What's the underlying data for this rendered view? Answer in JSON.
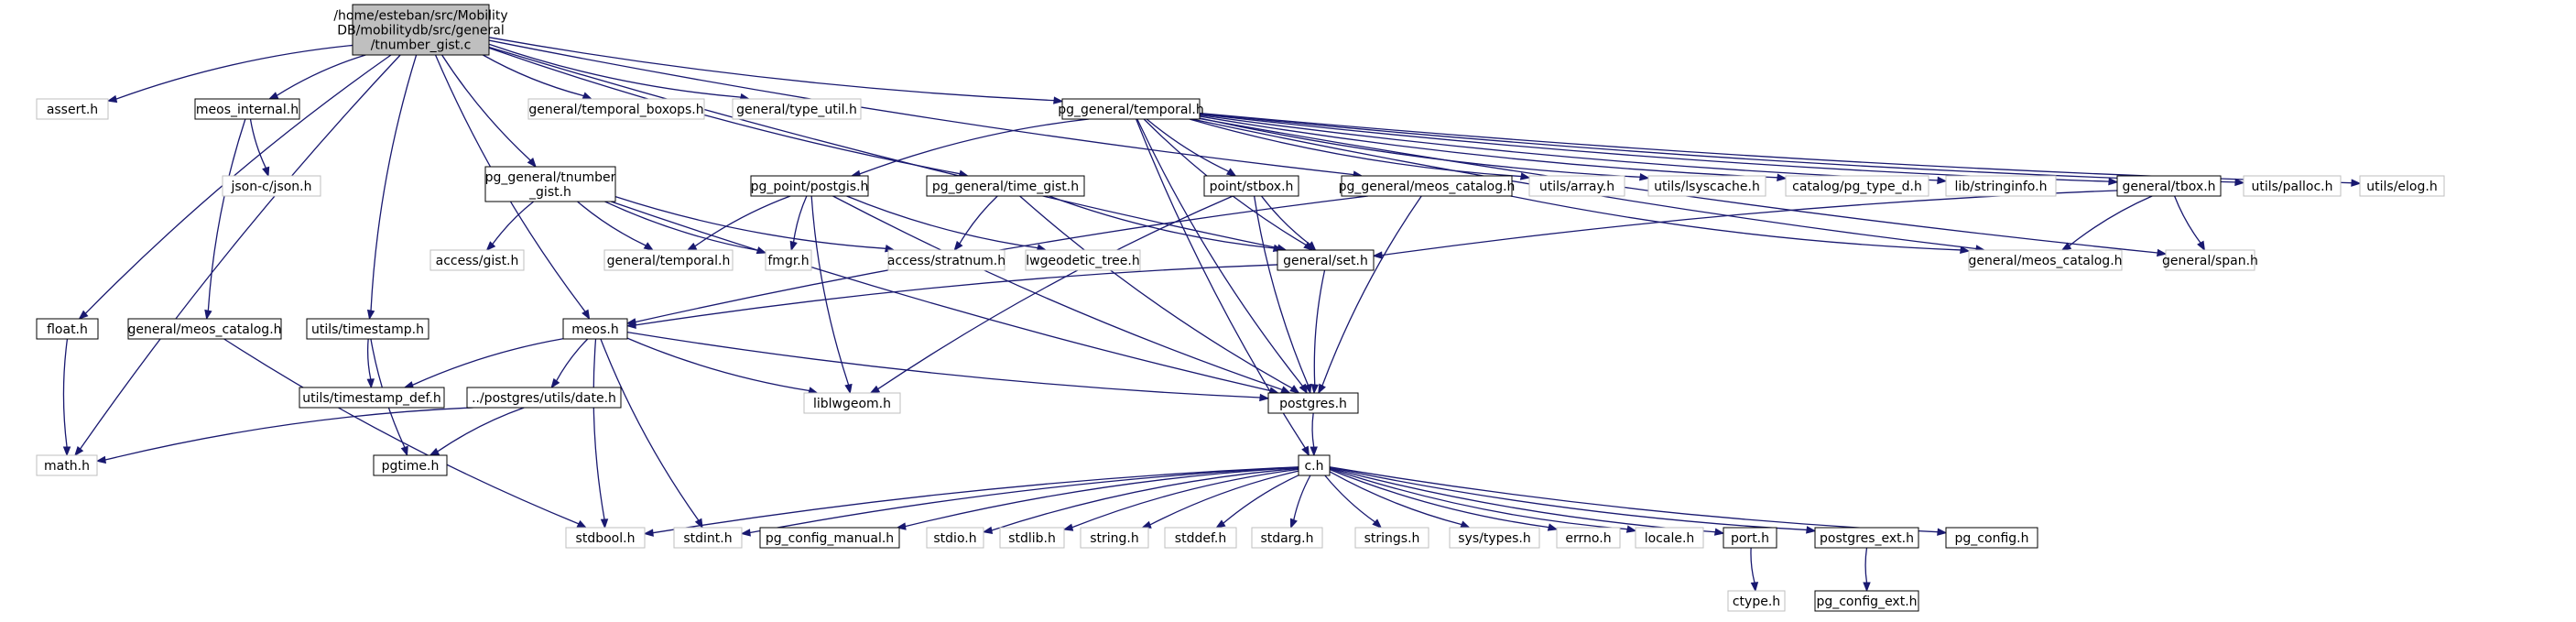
{
  "diagram": {
    "colors": {
      "edge": "#191970",
      "focus_fill": "#bfbfbf",
      "focus_border": "#000000",
      "documented_border": "#000000",
      "external_border": "#bfbfbf",
      "node_fill": "#ffffff"
    },
    "nodes": [
      {
        "id": "root",
        "label": [
          "/home/esteban/src/Mobility",
          "DB/mobilitydb/src/general",
          "/tnumber_gist.c"
        ],
        "kind": "focus"
      },
      {
        "id": "assert",
        "label": [
          "assert.h"
        ],
        "kind": "external"
      },
      {
        "id": "meos_internal",
        "label": [
          "meos_internal.h"
        ],
        "kind": "documented"
      },
      {
        "id": "temporal_boxops",
        "label": [
          "general/temporal_boxops.h"
        ],
        "kind": "external"
      },
      {
        "id": "type_util",
        "label": [
          "general/type_util.h"
        ],
        "kind": "external"
      },
      {
        "id": "pg_temporal",
        "label": [
          "pg_general/temporal.h"
        ],
        "kind": "documented"
      },
      {
        "id": "json",
        "label": [
          "json-c/json.h"
        ],
        "kind": "external"
      },
      {
        "id": "pg_tnumber_gist",
        "label": [
          "pg_general/tnumber",
          "_gist.h"
        ],
        "kind": "documented"
      },
      {
        "id": "pg_point_postgis",
        "label": [
          "pg_point/postgis.h"
        ],
        "kind": "documented"
      },
      {
        "id": "pg_time_gist",
        "label": [
          "pg_general/time_gist.h"
        ],
        "kind": "documented"
      },
      {
        "id": "point_stbox",
        "label": [
          "point/stbox.h"
        ],
        "kind": "documented"
      },
      {
        "id": "pg_meos_catalog",
        "label": [
          "pg_general/meos_catalog.h"
        ],
        "kind": "documented"
      },
      {
        "id": "utils_array",
        "label": [
          "utils/array.h"
        ],
        "kind": "external"
      },
      {
        "id": "utils_lsyscache",
        "label": [
          "utils/lsyscache.h"
        ],
        "kind": "external"
      },
      {
        "id": "catalog_pg_type_d",
        "label": [
          "catalog/pg_type_d.h"
        ],
        "kind": "external"
      },
      {
        "id": "lib_stringinfo",
        "label": [
          "lib/stringinfo.h"
        ],
        "kind": "external"
      },
      {
        "id": "general_tbox",
        "label": [
          "general/tbox.h"
        ],
        "kind": "documented"
      },
      {
        "id": "utils_palloc",
        "label": [
          "utils/palloc.h"
        ],
        "kind": "external"
      },
      {
        "id": "utils_elog",
        "label": [
          "utils/elog.h"
        ],
        "kind": "external"
      },
      {
        "id": "access_gist",
        "label": [
          "access/gist.h"
        ],
        "kind": "external"
      },
      {
        "id": "general_temporal",
        "label": [
          "general/temporal.h"
        ],
        "kind": "external"
      },
      {
        "id": "fmgr",
        "label": [
          "fmgr.h"
        ],
        "kind": "external"
      },
      {
        "id": "access_stratnum",
        "label": [
          "access/stratnum.h"
        ],
        "kind": "external"
      },
      {
        "id": "lwgeodetic_tree",
        "label": [
          "lwgeodetic_tree.h"
        ],
        "kind": "external"
      },
      {
        "id": "general_set",
        "label": [
          "general/set.h"
        ],
        "kind": "documented"
      },
      {
        "id": "general_meos_catalog2",
        "label": [
          "general/meos_catalog.h"
        ],
        "kind": "external"
      },
      {
        "id": "general_span",
        "label": [
          "general/span.h"
        ],
        "kind": "external"
      },
      {
        "id": "float",
        "label": [
          "float.h"
        ],
        "kind": "documented"
      },
      {
        "id": "general_meos_catalog",
        "label": [
          "general/meos_catalog.h"
        ],
        "kind": "documented"
      },
      {
        "id": "utils_timestamp",
        "label": [
          "utils/timestamp.h"
        ],
        "kind": "documented"
      },
      {
        "id": "meos",
        "label": [
          "meos.h"
        ],
        "kind": "documented"
      },
      {
        "id": "utils_timestamp_def",
        "label": [
          "utils/timestamp_def.h"
        ],
        "kind": "documented"
      },
      {
        "id": "postgres_utils_date",
        "label": [
          "../postgres/utils/date.h"
        ],
        "kind": "documented"
      },
      {
        "id": "liblwgeom",
        "label": [
          "liblwgeom.h"
        ],
        "kind": "external"
      },
      {
        "id": "postgres",
        "label": [
          "postgres.h"
        ],
        "kind": "documented"
      },
      {
        "id": "math",
        "label": [
          "math.h"
        ],
        "kind": "external"
      },
      {
        "id": "pgtime",
        "label": [
          "pgtime.h"
        ],
        "kind": "documented"
      },
      {
        "id": "c",
        "label": [
          "c.h"
        ],
        "kind": "documented"
      },
      {
        "id": "stdbool",
        "label": [
          "stdbool.h"
        ],
        "kind": "external"
      },
      {
        "id": "stdint",
        "label": [
          "stdint.h"
        ],
        "kind": "external"
      },
      {
        "id": "pg_config_manual",
        "label": [
          "pg_config_manual.h"
        ],
        "kind": "documented"
      },
      {
        "id": "stdio",
        "label": [
          "stdio.h"
        ],
        "kind": "external"
      },
      {
        "id": "stdlib",
        "label": [
          "stdlib.h"
        ],
        "kind": "external"
      },
      {
        "id": "string",
        "label": [
          "string.h"
        ],
        "kind": "external"
      },
      {
        "id": "stddef",
        "label": [
          "stddef.h"
        ],
        "kind": "external"
      },
      {
        "id": "stdarg",
        "label": [
          "stdarg.h"
        ],
        "kind": "external"
      },
      {
        "id": "strings",
        "label": [
          "strings.h"
        ],
        "kind": "external"
      },
      {
        "id": "sys_types",
        "label": [
          "sys/types.h"
        ],
        "kind": "external"
      },
      {
        "id": "errno",
        "label": [
          "errno.h"
        ],
        "kind": "external"
      },
      {
        "id": "locale",
        "label": [
          "locale.h"
        ],
        "kind": "external"
      },
      {
        "id": "port",
        "label": [
          "port.h"
        ],
        "kind": "documented"
      },
      {
        "id": "postgres_ext",
        "label": [
          "postgres_ext.h"
        ],
        "kind": "documented"
      },
      {
        "id": "pg_config",
        "label": [
          "pg_config.h"
        ],
        "kind": "documented"
      },
      {
        "id": "ctype",
        "label": [
          "ctype.h"
        ],
        "kind": "external"
      },
      {
        "id": "pg_config_ext",
        "label": [
          "pg_config_ext.h"
        ],
        "kind": "documented"
      }
    ],
    "edges": [
      [
        "root",
        "assert"
      ],
      [
        "root",
        "meos_internal"
      ],
      [
        "root",
        "temporal_boxops"
      ],
      [
        "root",
        "type_util"
      ],
      [
        "root",
        "pg_temporal"
      ],
      [
        "root",
        "pg_tnumber_gist"
      ],
      [
        "root",
        "pg_time_gist"
      ],
      [
        "root",
        "pg_meos_catalog"
      ],
      [
        "root",
        "general_set"
      ],
      [
        "root",
        "float"
      ],
      [
        "root",
        "utils_timestamp"
      ],
      [
        "root",
        "meos"
      ],
      [
        "root",
        "math"
      ],
      [
        "meos_internal",
        "json"
      ],
      [
        "meos_internal",
        "general_meos_catalog"
      ],
      [
        "pg_temporal",
        "pg_point_postgis"
      ],
      [
        "pg_temporal",
        "point_stbox"
      ],
      [
        "pg_temporal",
        "utils_array"
      ],
      [
        "pg_temporal",
        "utils_lsyscache"
      ],
      [
        "pg_temporal",
        "catalog_pg_type_d"
      ],
      [
        "pg_temporal",
        "lib_stringinfo"
      ],
      [
        "pg_temporal",
        "general_tbox"
      ],
      [
        "pg_temporal",
        "utils_palloc"
      ],
      [
        "pg_temporal",
        "utils_elog"
      ],
      [
        "pg_temporal",
        "general_set"
      ],
      [
        "pg_temporal",
        "general_meos_catalog2"
      ],
      [
        "pg_temporal",
        "general_span"
      ],
      [
        "pg_temporal",
        "postgres"
      ],
      [
        "pg_temporal",
        "c"
      ],
      [
        "pg_tnumber_gist",
        "access_gist"
      ],
      [
        "pg_tnumber_gist",
        "general_temporal"
      ],
      [
        "pg_tnumber_gist",
        "fmgr"
      ],
      [
        "pg_tnumber_gist",
        "access_stratnum"
      ],
      [
        "pg_tnumber_gist",
        "postgres"
      ],
      [
        "pg_point_postgis",
        "general_temporal"
      ],
      [
        "pg_point_postgis",
        "fmgr"
      ],
      [
        "pg_point_postgis",
        "lwgeodetic_tree"
      ],
      [
        "pg_point_postgis",
        "liblwgeom"
      ],
      [
        "pg_point_postgis",
        "postgres"
      ],
      [
        "pg_time_gist",
        "access_stratnum"
      ],
      [
        "pg_time_gist",
        "general_set"
      ],
      [
        "pg_time_gist",
        "postgres"
      ],
      [
        "point_stbox",
        "general_set"
      ],
      [
        "point_stbox",
        "liblwgeom"
      ],
      [
        "point_stbox",
        "postgres"
      ],
      [
        "pg_meos_catalog",
        "general_meos_catalog2"
      ],
      [
        "pg_meos_catalog",
        "postgres"
      ],
      [
        "pg_meos_catalog",
        "meos"
      ],
      [
        "general_tbox",
        "general_set"
      ],
      [
        "general_tbox",
        "general_meos_catalog2"
      ],
      [
        "general_tbox",
        "general_span"
      ],
      [
        "general_set",
        "meos"
      ],
      [
        "general_set",
        "postgres"
      ],
      [
        "float",
        "math"
      ],
      [
        "general_meos_catalog",
        "stdbool"
      ],
      [
        "utils_timestamp",
        "utils_timestamp_def"
      ],
      [
        "utils_timestamp",
        "pgtime"
      ],
      [
        "meos",
        "utils_timestamp_def"
      ],
      [
        "meos",
        "postgres_utils_date"
      ],
      [
        "meos",
        "liblwgeom"
      ],
      [
        "meos",
        "postgres"
      ],
      [
        "meos",
        "stdbool"
      ],
      [
        "meos",
        "stdint"
      ],
      [
        "postgres_utils_date",
        "math"
      ],
      [
        "postgres_utils_date",
        "pgtime"
      ],
      [
        "postgres",
        "c"
      ],
      [
        "c",
        "stdbool"
      ],
      [
        "c",
        "stdint"
      ],
      [
        "c",
        "pg_config_manual"
      ],
      [
        "c",
        "stdio"
      ],
      [
        "c",
        "stdlib"
      ],
      [
        "c",
        "string"
      ],
      [
        "c",
        "stddef"
      ],
      [
        "c",
        "stdarg"
      ],
      [
        "c",
        "strings"
      ],
      [
        "c",
        "sys_types"
      ],
      [
        "c",
        "errno"
      ],
      [
        "c",
        "locale"
      ],
      [
        "c",
        "port"
      ],
      [
        "c",
        "postgres_ext"
      ],
      [
        "c",
        "pg_config"
      ],
      [
        "port",
        "ctype"
      ],
      [
        "postgres_ext",
        "pg_config_ext"
      ]
    ]
  }
}
